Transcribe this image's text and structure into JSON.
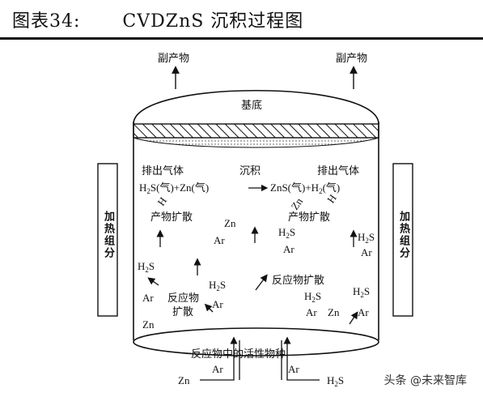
{
  "figure": {
    "number_label": "图表34:",
    "title": "CVDZnS 沉积过程图"
  },
  "labels": {
    "byproduct_left": "副产物",
    "byproduct_right": "副产物",
    "substrate": "基底",
    "exhaust_left": "排出气体",
    "exhaust_right": "排出气体",
    "deposition": "沉积",
    "product_diffusion_left": "产物扩散",
    "product_diffusion_right": "产物扩散",
    "heater_left": "加热组分",
    "heater_right": "加热组分",
    "reactant_diffusion_left_1": "反应物",
    "reactant_diffusion_left_2": "扩散",
    "reactant_diffusion_right": "反应物扩散",
    "active_species": "反应物中的活性物种",
    "h_left": "H",
    "h_right": "H",
    "zn_diag": "Zn"
  },
  "equation": {
    "lhs_1": "H",
    "lhs_1_sub": "2",
    "lhs_1_rest": "S(气)+Zn(气)",
    "rhs_1": "ZnS(气)+H",
    "rhs_1_sub": "2",
    "rhs_1_rest": "(气)"
  },
  "species": {
    "zn": "Zn",
    "ar": "Ar",
    "h2s_main": "H",
    "h2s_sub": "2",
    "h2s_rest": "S"
  },
  "inlet": {
    "zn": "Zn",
    "ar_left": "Ar",
    "ar_right": "Ar",
    "h2s": "H",
    "h2s_sub": "2",
    "h2s_rest": "S"
  },
  "watermark": "头条 @未来智库"
}
